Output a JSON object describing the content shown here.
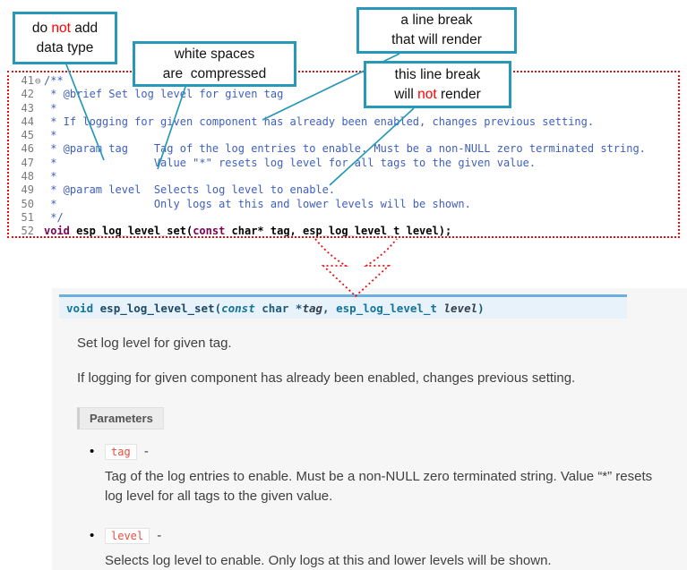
{
  "colors": {
    "callout_border": "#2798b7",
    "highlight_red": "#ff0000",
    "editor_border_red": "#e51111",
    "comment_blue": "#3f5fbf",
    "keyword_maroon": "#7f0055",
    "sig_bg": "#e7f2fa",
    "sig_border": "#6ab0de",
    "param_name_red": "#e74c3c",
    "doc_bg": "#f6f6f6",
    "doc_text": "#404040"
  },
  "callouts": {
    "box1": {
      "l1a": "do ",
      "l1b": "not",
      "l1c": " add",
      "l2": "data type"
    },
    "box2": {
      "l1": "white spaces",
      "l2": "are  compressed"
    },
    "box3": {
      "l1": "a line break",
      "l2": "that will render"
    },
    "box4": {
      "l1": "this line break",
      "l2a": "will ",
      "l2b": "not",
      "l2c": " render"
    }
  },
  "editor": {
    "fold_glyph": "⊖",
    "lines": [
      {
        "n": "41",
        "fold": true,
        "seg": [
          [
            "c",
            "/**"
          ]
        ]
      },
      {
        "n": "42",
        "fold": false,
        "seg": [
          [
            "c",
            " * @brief Set log level for given tag"
          ]
        ]
      },
      {
        "n": "43",
        "fold": false,
        "seg": [
          [
            "c",
            " *"
          ]
        ]
      },
      {
        "n": "44",
        "fold": false,
        "seg": [
          [
            "c",
            " * If logging for given component has already been enabled, changes previous setting."
          ]
        ]
      },
      {
        "n": "45",
        "fold": false,
        "seg": [
          [
            "c",
            " *"
          ]
        ]
      },
      {
        "n": "46",
        "fold": false,
        "seg": [
          [
            "c",
            " * @param tag    Tag of the log entries to enable. Must be a non-NULL zero terminated string."
          ]
        ]
      },
      {
        "n": "47",
        "fold": false,
        "seg": [
          [
            "c",
            " *               Value \"*\" resets log level for all tags to the given value."
          ]
        ]
      },
      {
        "n": "48",
        "fold": false,
        "seg": [
          [
            "c",
            " *"
          ]
        ]
      },
      {
        "n": "49",
        "fold": false,
        "seg": [
          [
            "c",
            " * @param level  Selects log level to enable."
          ]
        ]
      },
      {
        "n": "50",
        "fold": false,
        "seg": [
          [
            "c",
            " *               Only logs at this and lower levels will be shown."
          ]
        ]
      },
      {
        "n": "51",
        "fold": false,
        "seg": [
          [
            "c",
            " */"
          ]
        ]
      },
      {
        "n": "52",
        "fold": false,
        "seg": [
          [
            "k",
            "void"
          ],
          [
            "p",
            " esp_log_level_set("
          ],
          [
            "k",
            "const"
          ],
          [
            "p",
            " char* tag, esp_log_level_t level);"
          ]
        ]
      }
    ]
  },
  "doc": {
    "signature": [
      [
        "kw",
        "void "
      ],
      [
        "name",
        "esp_log_level_set"
      ],
      [
        "plain",
        "("
      ],
      [
        "kwi",
        "const"
      ],
      [
        "plain",
        "  char *"
      ],
      [
        "pname",
        "tag"
      ],
      [
        "plain",
        ", "
      ],
      [
        "type",
        "esp_log_level_t"
      ],
      [
        "pname",
        " level"
      ],
      [
        "plain",
        ")"
      ]
    ],
    "para1": "Set log level for given tag.",
    "para2": "If logging for given component has already been enabled, changes previous setting.",
    "parameters_label": "Parameters",
    "bullet_glyph": "•",
    "params": [
      {
        "name": "tag",
        "dash": "-",
        "desc": "Tag of the log entries to enable. Must be a non-NULL zero terminated string. Value “*” resets log level for all tags to the given value."
      },
      {
        "name": "level",
        "dash": "-",
        "desc": "Selects log level to enable. Only logs at this and lower levels will be shown."
      }
    ]
  }
}
